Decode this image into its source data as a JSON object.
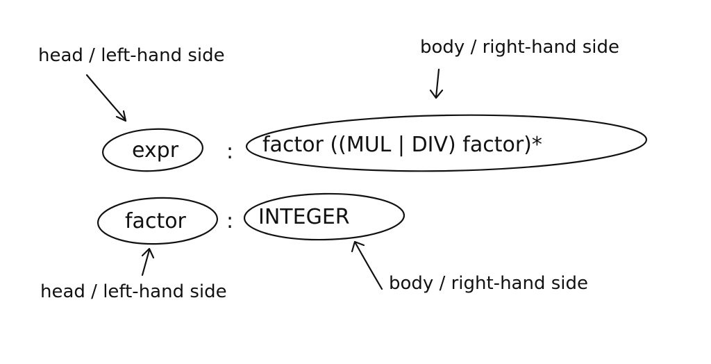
{
  "annotations": {
    "head_top": "head / left-hand side",
    "body_top": "body / right-hand side",
    "head_bottom": "head / left-hand side",
    "body_bottom": "body / right-hand side"
  },
  "rules": [
    {
      "head": "expr",
      "separator": ":",
      "body": "factor ((MUL | DIV) factor)*"
    },
    {
      "head": "factor",
      "separator": ":",
      "body": "INTEGER"
    }
  ],
  "colors": {
    "ink": "#111111",
    "background": "#ffffff"
  }
}
